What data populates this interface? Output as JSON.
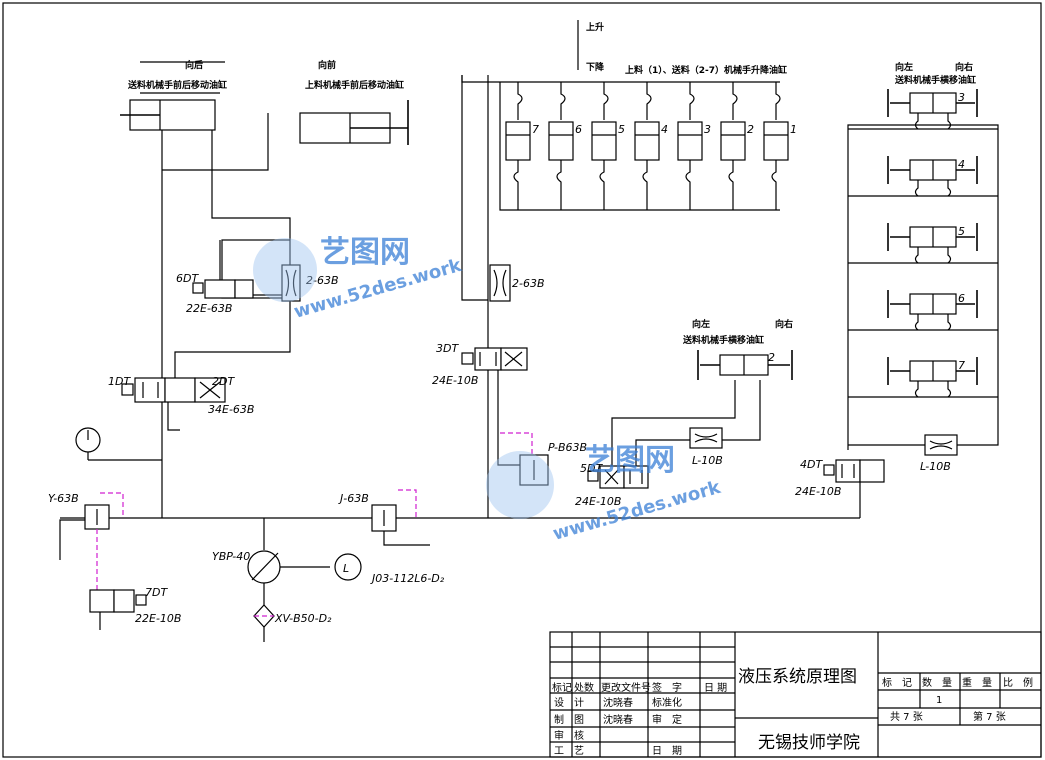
{
  "labels": {
    "up": "上升",
    "down": "下降",
    "back": "向后",
    "front": "向前",
    "feed_fb_cyl": "送料机械手前后移动油缸",
    "load_fb_cyl": "上料机械手前后移动油缸",
    "lift_cyl": "上料（1）、送料（2-7）机械手升降油缸",
    "left": "向左",
    "right": "向右",
    "transverse_cyl": "送料机械手横移油缸",
    "transverse_cyl2": "送料机械手横移油缸",
    "left2": "向左",
    "right2": "向右"
  },
  "cylinder_numbers": [
    "7",
    "6",
    "5",
    "4",
    "3",
    "2",
    "1"
  ],
  "right_cyl_numbers": [
    "3",
    "4",
    "5",
    "6",
    "7"
  ],
  "mid_cyl_number": "2",
  "components": {
    "dt6": "6DT",
    "v22e63b": "22E-63B",
    "thr_left": "2-63B",
    "dt1": "1DT",
    "dt2": "2DT",
    "v34e": "34E-63B",
    "thr_mid": "2-63B",
    "dt3": "3DT",
    "v24e_a": "24E-10B",
    "pb63b": "P-B63B",
    "dt5": "5DT",
    "v24e_b": "24E-10B",
    "l10b_a": "L-10B",
    "dt4": "4DT",
    "v24e_c": "24E-10B",
    "l10b_b": "L-10B",
    "y63b": "Y-63B",
    "j63b": "J-63B",
    "pump": "YBP-40",
    "motor": "J03-112L6-D₂",
    "motor_symbol": "L",
    "filter": "XV-B50-D₂",
    "dt7": "7DT",
    "v22e10b": "22E-10B"
  },
  "watermark": {
    "brand": "艺图网",
    "url": "www.52des.work"
  },
  "title_block": {
    "title": "液压系统原理图",
    "school": "无锡技师学院",
    "hdr_mark": "标记",
    "hdr_count": "处数",
    "hdr_doc": "更改文件号",
    "hdr_sign": "签　字",
    "hdr_date": "日 期",
    "design": "设　计",
    "drafter_name": "沈晓春",
    "standardize": "标准化",
    "draw": "制　图",
    "drawer_name": "沈晓春",
    "review": "审　定",
    "check": "审　核",
    "process": "工　艺",
    "date": "日　期",
    "col_mark": "标　记",
    "col_qty": "数　量",
    "col_weight": "重　量",
    "col_scale": "比　例",
    "qty_value": "1",
    "total": "共 7 张",
    "sheet": "第 7 张"
  }
}
